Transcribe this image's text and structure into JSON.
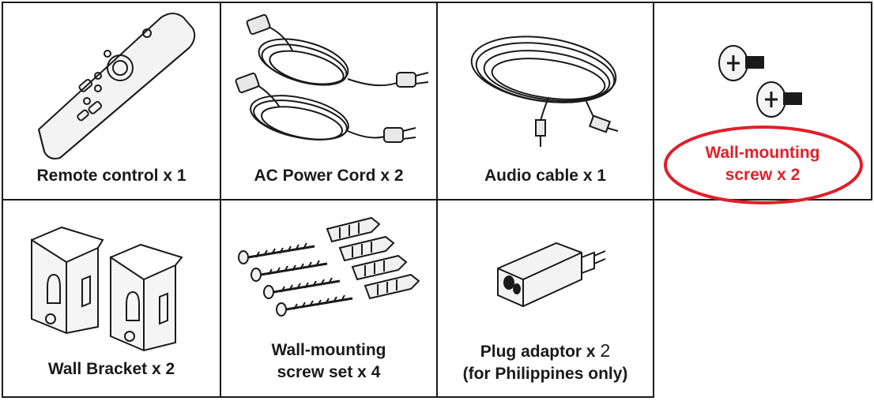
{
  "items": [
    {
      "name": "Remote control x 1"
    },
    {
      "name": "AC Power Cord x 2"
    },
    {
      "name": "Audio cable x 1"
    },
    {
      "line1": "Wall-mounting",
      "line2": "screw x 2"
    },
    {
      "name": "Wall Bracket x 2"
    },
    {
      "line1": "Wall-mounting",
      "line2": "screw set x 4"
    },
    {
      "line1": "Plug adaptor x ",
      "qty": "2",
      "line2": "(for Philippines only)"
    }
  ],
  "colors": {
    "highlight": "#e0202a",
    "border": "#1a1a1a"
  },
  "icons": [
    "remote-control-icon",
    "power-cord-icon",
    "audio-cable-icon",
    "screw-icon",
    "wall-bracket-icon",
    "screw-set-icon",
    "plug-adaptor-icon"
  ]
}
